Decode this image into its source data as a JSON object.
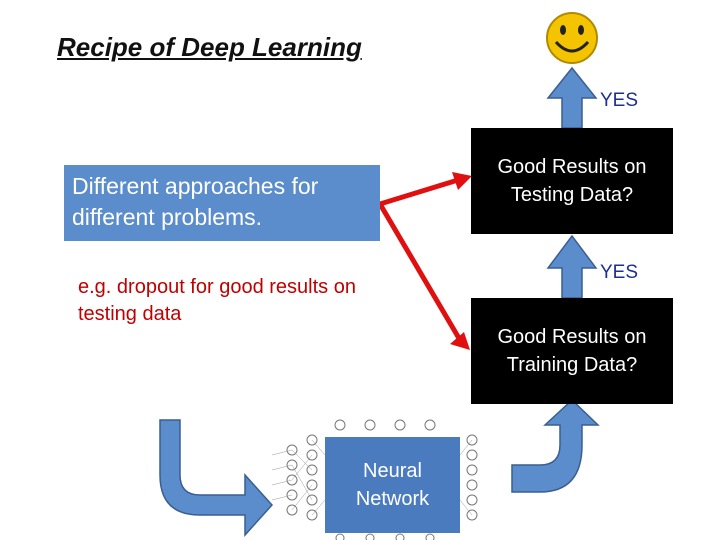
{
  "title": "Recipe of Deep Learning",
  "approach_box": "Different approaches for different problems.",
  "example_note": "e.g. dropout for good results on testing data",
  "testing_box": "Good Results on Testing Data?",
  "training_box": "Good Results on Training Data?",
  "yes_top": "YES",
  "yes_mid": "YES",
  "network_label": "Neural Network",
  "icons": [
    "smiley-icon",
    "up-arrow-icon",
    "neural-network-graphic"
  ],
  "colors": {
    "arrow_blue": "#5b8ccc",
    "arrow_red": "#e01010",
    "box_black": "#000000"
  }
}
